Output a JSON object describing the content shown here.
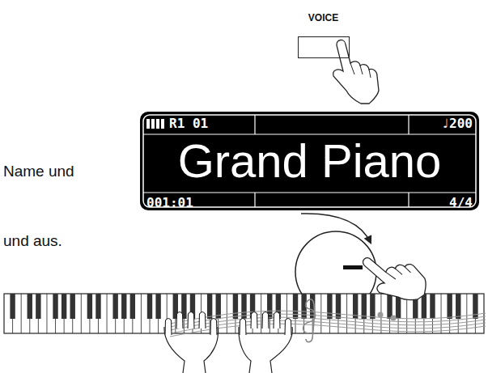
{
  "diagram": {
    "nodes": [
      {
        "text": [
          "VOICE"
        ]
      },
      {
        "text": [
          "R1 01",
          "♩200",
          "Grand Piano",
          "001:01",
          "4/4"
        ]
      }
    ],
    "labels": [
      "Name und",
      "und aus."
    ]
  }
}
